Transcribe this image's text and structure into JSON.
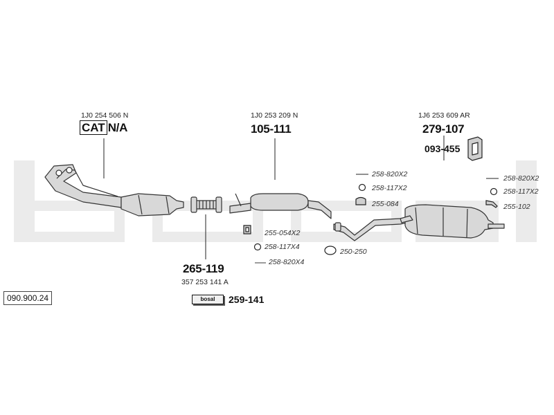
{
  "watermark": {
    "text": "bosal"
  },
  "reference": {
    "code": "090.900.24"
  },
  "groups": {
    "front": {
      "oe": "1J0 254 506 N",
      "cat_box": "CAT",
      "part": "N/A"
    },
    "middle": {
      "oe": "1J0 253 209 N",
      "part": "105-111"
    },
    "rear": {
      "oe": "1J6 253 609 AR",
      "part": "279-107",
      "kit": "093-455"
    },
    "flex": {
      "part": "265-119",
      "oe": "357 253 141 A"
    }
  },
  "accessories": {
    "mid_clamp": "255-054X2",
    "mid_ring": "258-117X4",
    "mid_hanger": "258-820X4",
    "center_hanger": "258-820X2",
    "center_ring": "258-117X2",
    "center_clamp": "255-084",
    "seal": "250-250",
    "right_hanger": "258-820X2",
    "right_ring": "258-117X2",
    "right_bracket": "255-102"
  },
  "mounting_kit": {
    "brand": "bosal",
    "part": "259-141"
  },
  "colors": {
    "outline": "#333333",
    "part_fill": "#d8d8d8",
    "watermark": "#ebebeb"
  }
}
